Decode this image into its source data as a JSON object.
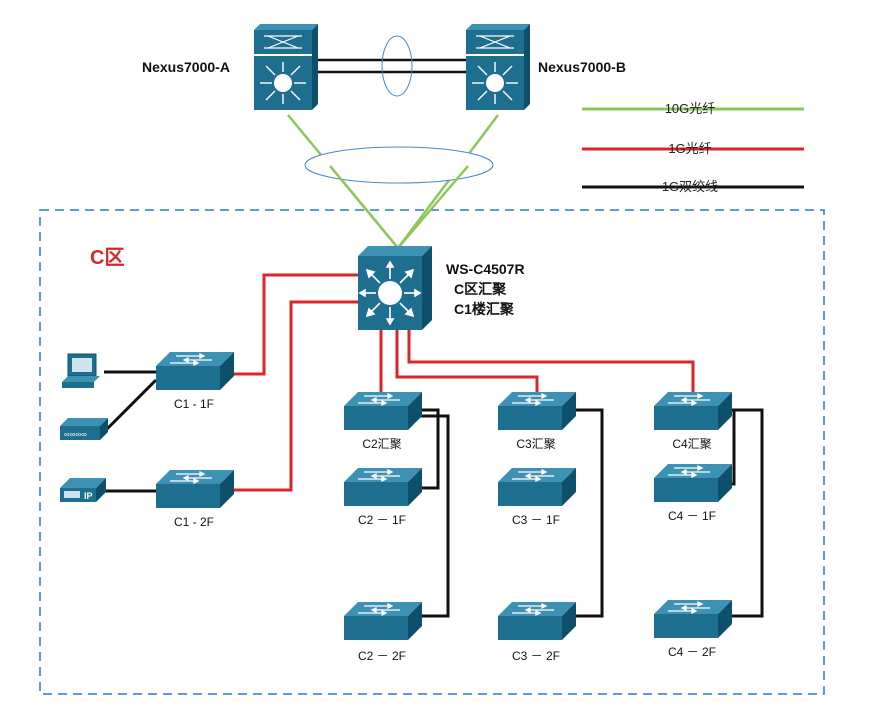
{
  "title_labels": {
    "core_a": "Nexus7000-A",
    "core_b": "Nexus7000-B"
  },
  "legend": [
    {
      "label": "10G光纤",
      "color": "#8dc75a"
    },
    {
      "label": "1G光纤",
      "color": "#d9262b"
    },
    {
      "label": "1G双绞线",
      "color": "#111111"
    }
  ],
  "zone": {
    "label": "C区",
    "border_color": "#2e78c8"
  },
  "aggregation": {
    "line1": "WS-C4507R",
    "line2": "C区汇聚",
    "line3": "C1楼汇聚"
  },
  "c1": {
    "floor1": "C1 - 1F",
    "floor2": "C1 - 2F"
  },
  "c2": {
    "agg": "C2汇聚",
    "floor1": "C2 － 1F",
    "floor2": "C2 － 2F"
  },
  "c3": {
    "agg": "C3汇聚",
    "floor1": "C3 － 1F",
    "floor2": "C3 － 2F"
  },
  "c4": {
    "agg": "C4汇聚",
    "floor1": "C4 － 1F",
    "floor2": "C4 － 2F"
  },
  "colors": {
    "device": "#1d6e8f",
    "device_dark": "#0e4f6b",
    "device_light": "#3d92b3"
  }
}
